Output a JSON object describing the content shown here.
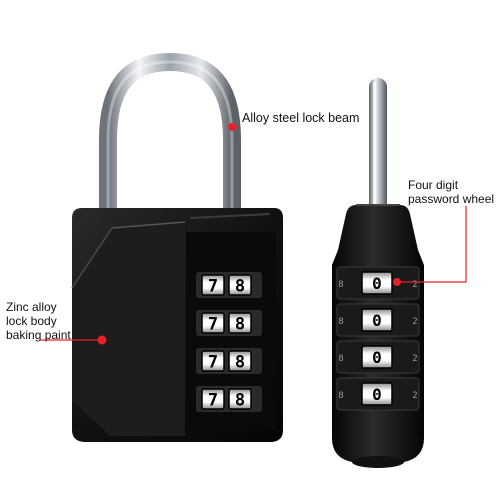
{
  "callouts": {
    "lock_beam": "Alloy steel lock beam",
    "password_wheel": [
      "Four digit",
      "password wheel"
    ],
    "lock_body": [
      "Zinc alloy",
      "lock body",
      "baking paint"
    ]
  },
  "front_lock": {
    "wheels": [
      [
        "7",
        "8"
      ],
      [
        "7",
        "8"
      ],
      [
        "7",
        "8"
      ],
      [
        "7",
        "8"
      ]
    ]
  },
  "side_lock": {
    "wheel_digits": [
      "0",
      "0",
      "0",
      "0"
    ],
    "left_edge_digits": [
      "8",
      "8",
      "8",
      "8"
    ],
    "right_edge_digits": [
      "2",
      "2",
      "2",
      "2"
    ]
  },
  "colors": {
    "lock_body": "#141414",
    "callout_dot": "#e8202a",
    "callout_line": "#e8202a",
    "shackle_steel": "#c8cdd2",
    "wheel_face": "#f2f2f2"
  },
  "icons": {
    "front": "combination-padlock-front-icon",
    "side": "combination-padlock-side-icon"
  }
}
